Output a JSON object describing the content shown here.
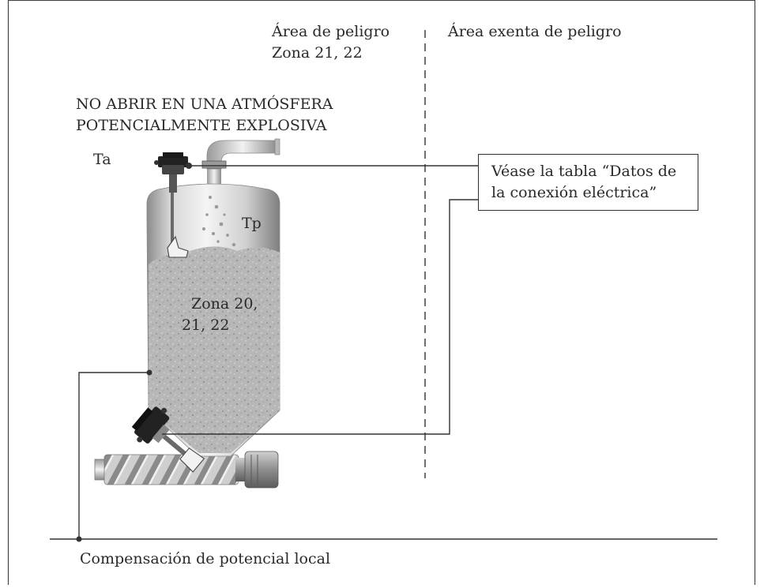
{
  "zones": {
    "hazard_title": "Área de peligro",
    "hazard_zone": "Zona 21, 22",
    "safe_title": "Área exenta de peligro"
  },
  "warning": {
    "line1": "NO ABRIR EN UNA ATMÓSFERA",
    "line2": "POTENCIALMENTE EXPLOSIVA"
  },
  "labels": {
    "ambient_temp": "Ta",
    "process_temp": "Tp",
    "inner_zone_line1": "Zona 20,",
    "inner_zone_line2": "21, 22"
  },
  "callout": {
    "line1": "Véase la tabla “Datos de",
    "line2": "la conexión eléctrica”"
  },
  "ground": {
    "label": "Compensación de potencial local"
  },
  "colors": {
    "line": "#333333",
    "steel_light": "#e6e6e6",
    "steel_dark": "#8a8a8a",
    "bulk": "#b3b3b3"
  }
}
